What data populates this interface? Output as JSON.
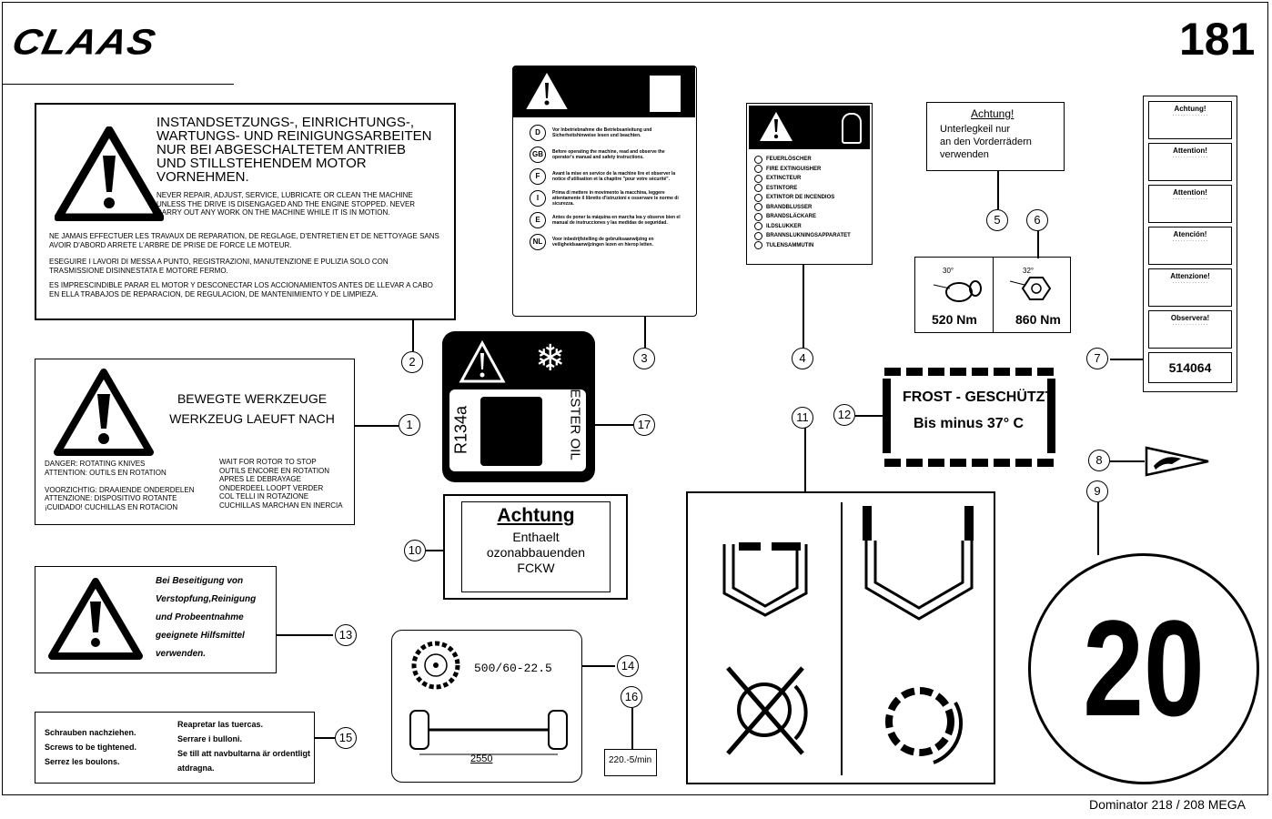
{
  "header": {
    "brand": "CLAAS",
    "page_number": "181"
  },
  "footer": {
    "model": "Dominator 218 / 208 MEGA"
  },
  "labels": {
    "l2": {
      "heading": [
        "INSTANDSETZUNGS-, EINRICHTUNGS-,",
        "WARTUNGS- UND REINIGUNGSARBEITEN",
        "NUR BEI ABGESCHALTETEM ANTRIEB",
        "UND STILLSTEHENDEM MOTOR",
        "VORNEHMEN."
      ],
      "en": "NEVER REPAIR, ADJUST, SERVICE, LUBRICATE OR CLEAN THE MACHINE UNLESS THE DRIVE IS DISENGAGED AND THE ENGINE STOPPED. NEVER CARRY OUT ANY WORK ON THE MACHINE WHILE IT IS IN MOTION.",
      "fr": "NE JAMAIS EFFECTUER LES TRAVAUX DE REPARATION, DE REGLAGE, D'ENTRETIEN ET DE NETTOYAGE SANS AVOIR D'ABORD ARRETE L'ARBRE DE PRISE DE FORCE LE MOTEUR.",
      "it": "ESEGUIRE I LAVORI DI MESSA A PUNTO, REGISTRAZIONI, MANUTENZIONE E PULIZIA SOLO CON TRASMISSIONE DISINNESTATA E MOTORE FERMO.",
      "es": "ES IMPRESCINDIBLE PARAR EL MOTOR Y DESCONECTAR LOS ACCIONAMIENTOS ANTES DE LLEVAR A CABO EN ELLA TRABAJOS DE REPARACION, DE REGULACION, DE MANTENIMIENTO Y DE LIMPIEZA."
    },
    "l3": {
      "codes": [
        "D",
        "GB",
        "F",
        "I",
        "E",
        "NL"
      ],
      "texts": [
        "Vor Inbetriebnahme die Betriebsanleitung und Sicherheitshinweise lesen und beachten.",
        "Before operating the machine, read and observe the operator's manual and safety instructions.",
        "Avant la mise en service de la machine lire et observer la notice d'utilisation et la chapitre \"pour votre sécurité\".",
        "Prima di mettere in movimento la macchina, leggere attentamente il libretto d'istruzioni e osservare le norme di sicurezza.",
        "Antes de poner la máquina en marcha lea y observe bien el manual de instrucciones y las medidas de seguridad.",
        "Voor inbedrijfstelling de gebruiksaanwijzing en veiligheidsaanwijzingen lezen en hierop letten."
      ]
    },
    "l4": {
      "items": [
        "FEUERLÖSCHER",
        "FIRE EXTINGUISHER",
        "EXTINCTEUR",
        "ESTINTORE",
        "EXTINTOR DE INCENDIOS",
        "BRANDBLUSSER",
        "BRANDSLÄCKARE",
        "ILDSLUKKER",
        "BRANNSLUKNINGSAPPARATET",
        "TULENSAMMUTIN"
      ]
    },
    "l5": {
      "title": "Achtung!",
      "lines": [
        "Unterlegkeil nur",
        "an den Vorderrädern",
        "verwenden"
      ]
    },
    "l6": {
      "angle1": "30°",
      "torque1": "520 Nm",
      "angle2": "32°",
      "torque2": "860 Nm"
    },
    "l7": {
      "titles": [
        "Achtung!",
        "Attention!",
        "Attention!",
        "Atención!",
        "Attenzione!",
        "Observera!"
      ],
      "part_number": "514064"
    },
    "l1": {
      "heading": [
        "BEWEGTE WERKZEUGE",
        "WERKZEUG LAEUFT NACH"
      ],
      "left": [
        "DANGER: ROTATING KNIVES",
        "ATTENTION: OUTILS EN ROTATION",
        "",
        "VOORZICHTIG: DRAAIENDE ONDERDELEN",
        "ATTENZIONE: DISPOSITIVO ROTANTE",
        "¡CUIDADO! CUCHILLAS EN ROTACION"
      ],
      "right": [
        "WAIT FOR ROTOR TO STOP",
        "OUTILS ENCORE EN ROTATION",
        "APRES LE DEBRAYAGE",
        "ONDERDEEL LOOPT VERDER",
        "COL TELLI IN ROTAZIONE",
        "CUCHILLAS MARCHAN EN INERCIA"
      ]
    },
    "l17": {
      "left": "R134a",
      "right": "ESTER OIL"
    },
    "l10": {
      "title": "Achtung",
      "lines": [
        "Enthaelt",
        "ozonabbauenden",
        "FCKW"
      ]
    },
    "l12": {
      "line1": "FROST - GESCHÜTZT",
      "line2": "Bis minus  37° C"
    },
    "l13": {
      "lines": [
        "Bei Beseitigung von",
        "Verstopfung,Reinigung",
        "und Probeentnahme",
        "geeignete Hilfsmittel",
        "verwenden."
      ]
    },
    "l14": {
      "tire": "500/60-22.5",
      "track": "2550"
    },
    "l16": {
      "value": "220.-5/min"
    },
    "l15": {
      "left": [
        "Schrauben nachziehen.",
        "Screws to be tightened.",
        "Serrez les boulons."
      ],
      "right": [
        "Reapretar las tuercas.",
        "Serrare i bulloni.",
        "Se till att navbultarna är ordentligt atdragna."
      ]
    },
    "l9": {
      "speed": "20"
    }
  },
  "callouts": [
    "1",
    "2",
    "3",
    "4",
    "5",
    "6",
    "7",
    "8",
    "9",
    "10",
    "11",
    "12",
    "13",
    "14",
    "15",
    "16",
    "17"
  ]
}
